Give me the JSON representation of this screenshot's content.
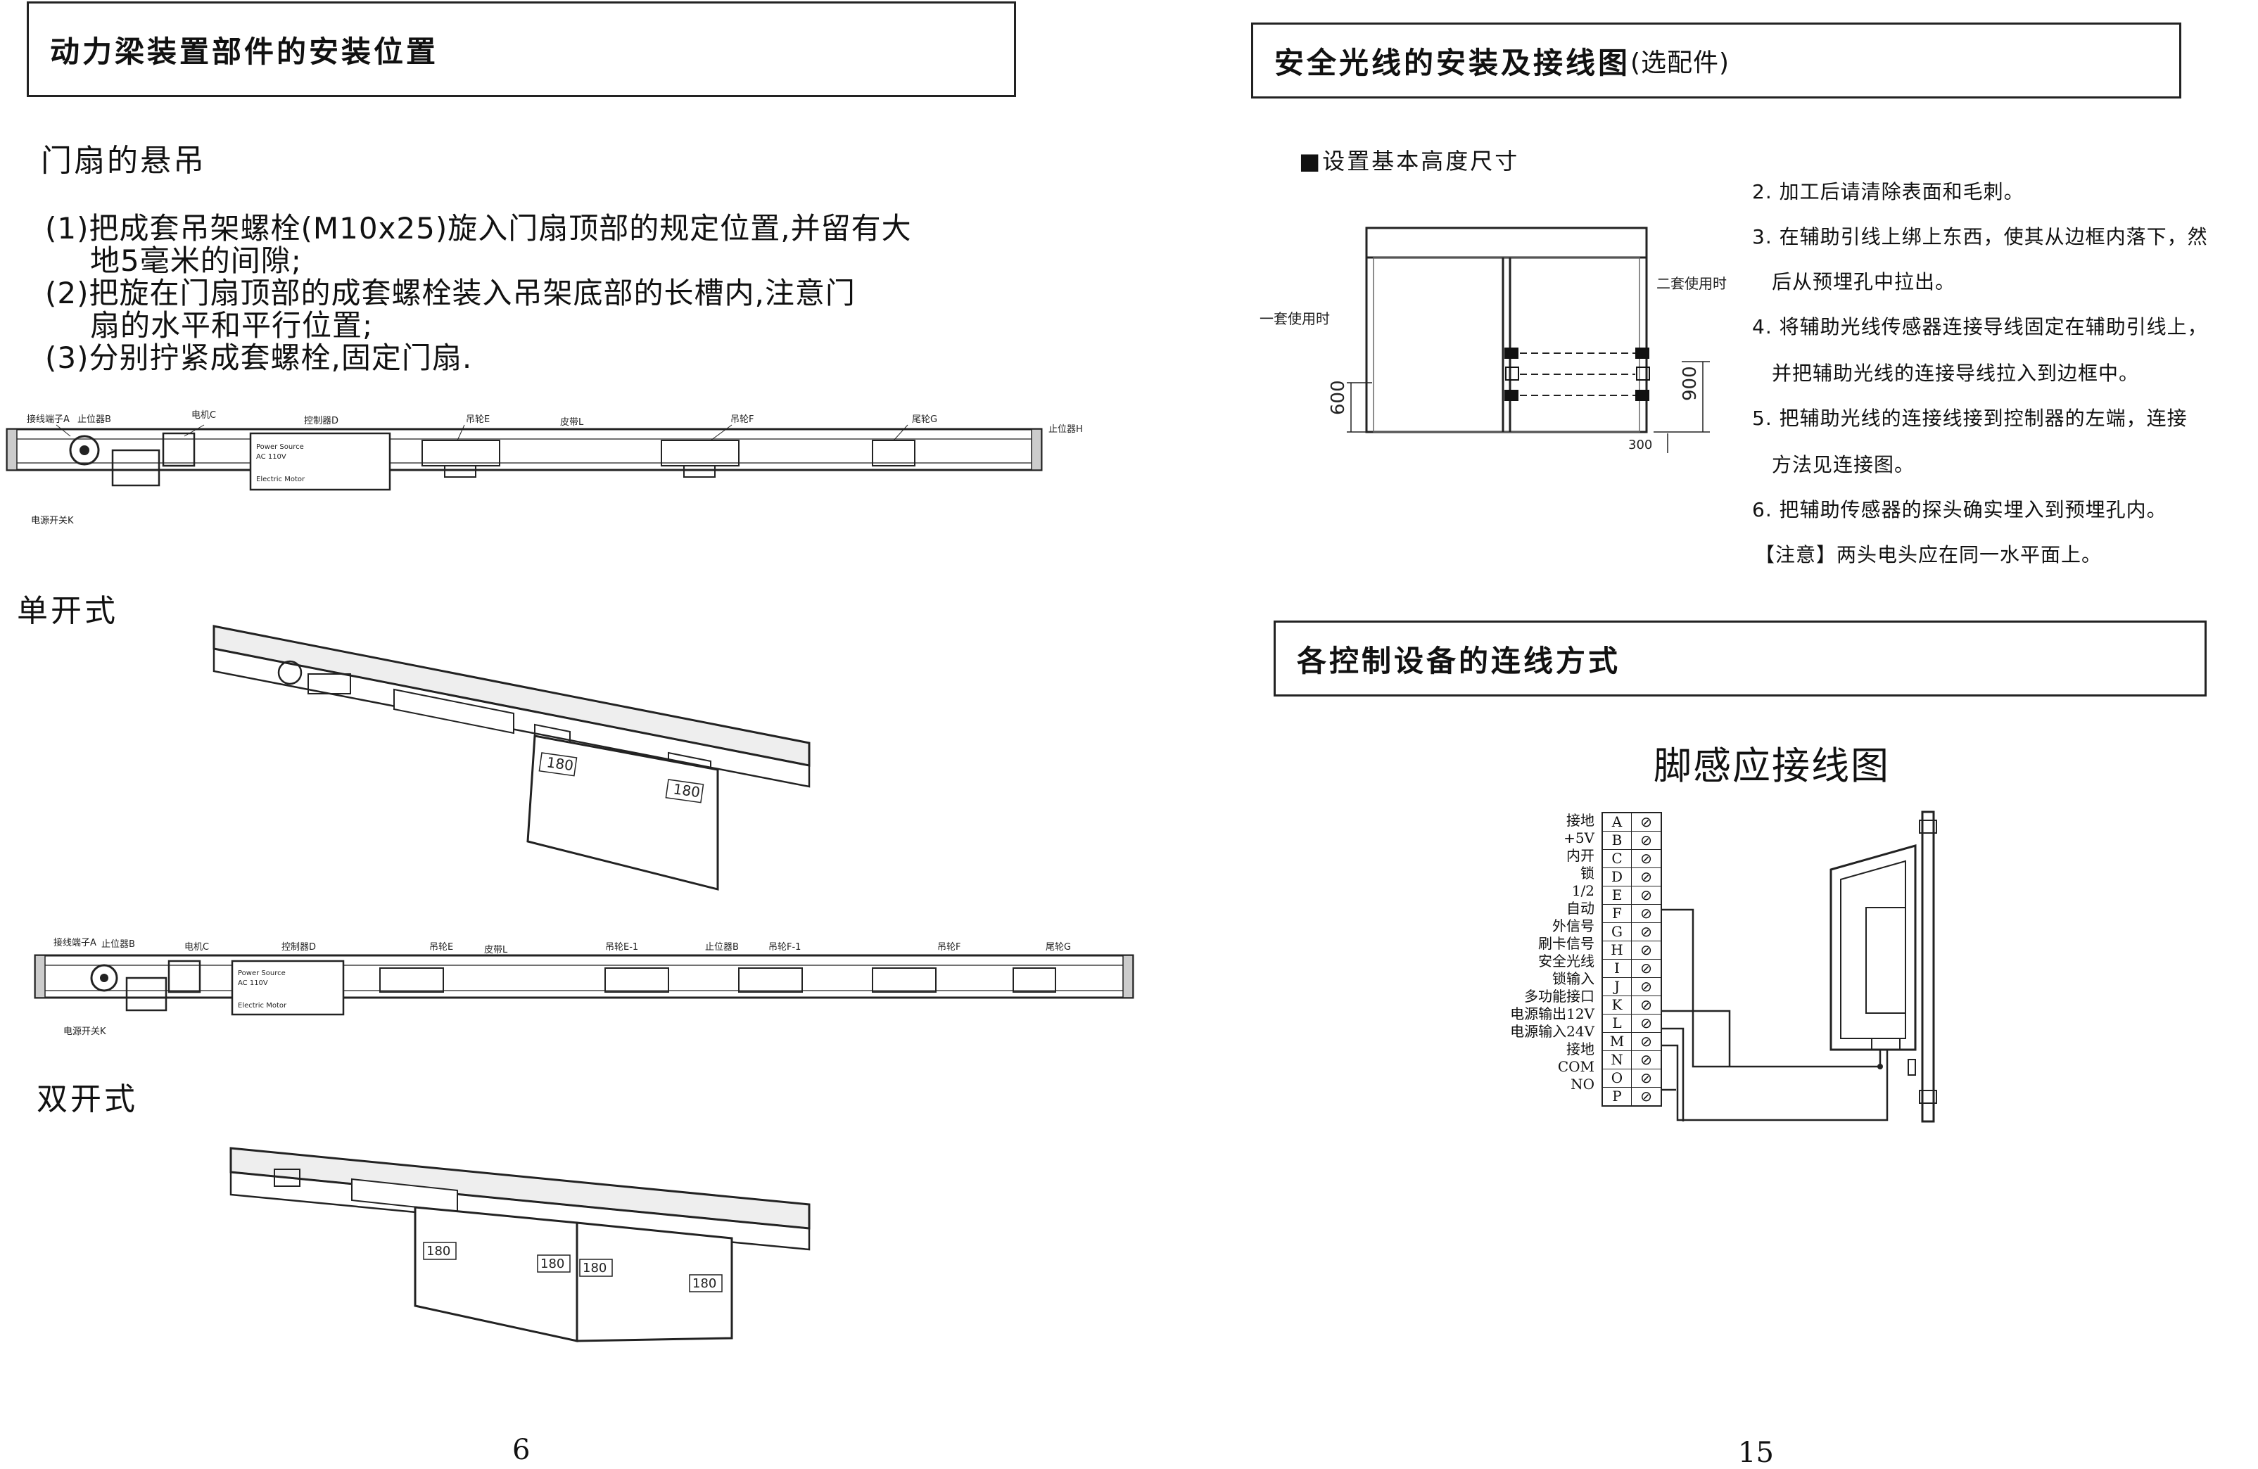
{
  "left_page": {
    "section_title": "动力梁装置部件的安装位置",
    "subtitle": "门扇的悬吊",
    "steps": [
      "(1)把成套吊架螺栓(M10x25)旋入门扇顶部的规定位置,并留有大",
      "地5毫米的间隙;",
      "(2)把旋在门扇顶部的成套螺栓装入吊架底部的长槽内,注意门",
      "扇的水平和平行位置;",
      "(3)分别拧紧成套螺栓,固定门扇."
    ],
    "single_beam_labels": {
      "terminal": "接线端子A",
      "stop_b": "止位器B",
      "motor": "电机C",
      "controller": "控制器D",
      "wheel_e": "吊轮E",
      "belt": "皮带L",
      "wheel_f": "吊轮F",
      "tail_wheel": "尾轮G",
      "stop_h": "止位器H",
      "power_switch": "电源开关K"
    },
    "double_beam_labels": {
      "terminal": "接线端子A",
      "stop_b": "止位器B",
      "motor": "电机C",
      "controller": "控制器D",
      "wheel_e": "吊轮E",
      "belt": "皮带L",
      "wheel_e1": "吊轮E-1",
      "stop_bar": "止位器B",
      "wheel_f1": "吊轮F-1",
      "wheel_f": "吊轮F",
      "tail_wheel": "尾轮G",
      "power_switch": "电源开关K"
    },
    "controller_plate": [
      "Power Source",
      "AC 110V",
      "Electric Motor"
    ],
    "single_open_label": "单开式",
    "double_open_label": "双开式",
    "dim_180": "180",
    "page_number": "6"
  },
  "right_page": {
    "section1_title": "安全光线的安装及接线图",
    "section1_sub": "(选配件)",
    "height_heading": "■设置基本高度尺寸",
    "one_set": "一套使用时",
    "two_sets": "二套使用时",
    "dim_600": "600",
    "dim_900": "900",
    "dim_300": "300",
    "notes": [
      "2. 加工后请清除表面和毛刺。",
      "3. 在辅助引线上绑上东西，使其从边框内落下，然",
      "后从预埋孔中拉出。",
      "4. 将辅助光线传感器连接导线固定在辅助引线上，",
      "并把辅助光线的连接导线拉入到边框中。",
      "5. 把辅助光线的连接线接到控制器的左端，连接",
      "方法见连接图。",
      "6. 把辅助传感器的探头确实埋入到预埋孔内。",
      "【注意】两头电头应在同一水平面上。"
    ],
    "section2_title": "各控制设备的连线方式",
    "diagram_title": "脚感应接线图",
    "terminals": [
      {
        "label": "接地",
        "letter": "A"
      },
      {
        "label": "+5V",
        "letter": "B"
      },
      {
        "label": "内开",
        "letter": "C"
      },
      {
        "label": "锁",
        "letter": "D"
      },
      {
        "label": "1/2",
        "letter": "E"
      },
      {
        "label": "自动",
        "letter": "F"
      },
      {
        "label": "外信号",
        "letter": "G"
      },
      {
        "label": "刷卡信号",
        "letter": "H"
      },
      {
        "label": "安全光线",
        "letter": "I"
      },
      {
        "label": "锁输入",
        "letter": "J"
      },
      {
        "label": "多功能接口",
        "letter": "K"
      },
      {
        "label": "电源输出12V",
        "letter": "L"
      },
      {
        "label": "电源输入24V",
        "letter": "M"
      },
      {
        "label": "接地",
        "letter": "N"
      },
      {
        "label": "COM",
        "letter": "O"
      },
      {
        "label": "NO",
        "letter": "P"
      }
    ],
    "page_number": "15"
  }
}
